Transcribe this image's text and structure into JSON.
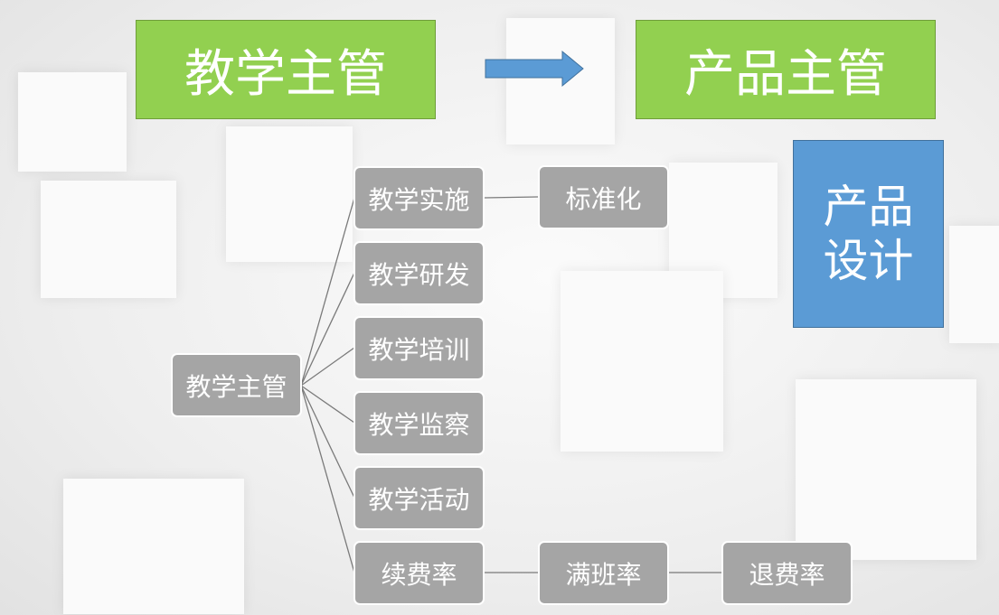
{
  "top": {
    "left_title": "教学主管",
    "right_title": "产品主管"
  },
  "product_box": {
    "line1": "产品",
    "line2": "设计"
  },
  "tree": {
    "root": "教学主管",
    "children": [
      "教学实施",
      "教学研发",
      "教学培训",
      "教学监察",
      "教学活动",
      "续费率"
    ],
    "standardization": "标准化",
    "full_class_rate": "满班率",
    "refund_rate": "退费率"
  },
  "colors": {
    "green": "#92d050",
    "blue": "#5b9bd5",
    "gray": "#a5a5a5"
  }
}
